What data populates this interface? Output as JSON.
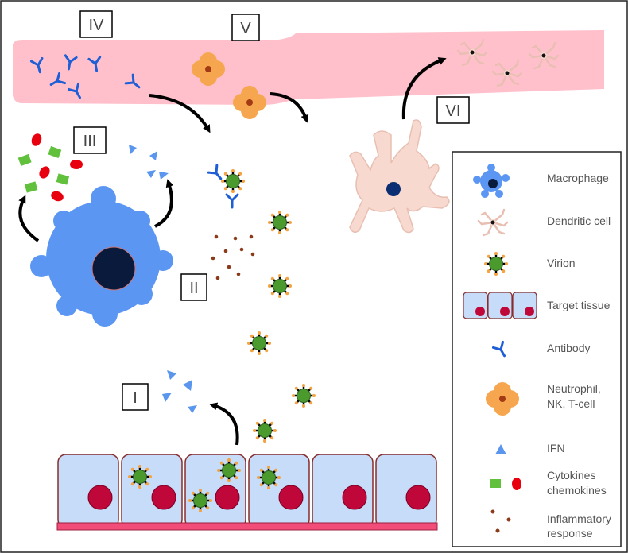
{
  "stages": [
    "I",
    "II",
    "III",
    "IV",
    "V",
    "VI"
  ],
  "legend": {
    "items": [
      {
        "icon": "macrophage-icon",
        "label": "Macrophage"
      },
      {
        "icon": "dendritic-cell-icon",
        "label": "Dendritic cell"
      },
      {
        "icon": "virion-icon",
        "label": "Virion"
      },
      {
        "icon": "target-tissue-icon",
        "label": "Target tissue"
      },
      {
        "icon": "antibody-icon",
        "label": "Antibody"
      },
      {
        "icon": "neutrophil-icon",
        "label_lines": [
          "Neutrophil,",
          "NK, T-cell"
        ]
      },
      {
        "icon": "ifn-icon",
        "label": "IFN"
      },
      {
        "icon": "cytokines-icon",
        "label_lines": [
          "Cytokines",
          "chemokines"
        ]
      },
      {
        "icon": "inflammatory-icon",
        "label_lines": [
          "Inflammatory",
          "response"
        ]
      }
    ]
  },
  "colors": {
    "vessel": "#ffc0cb",
    "macrophage": "#5b96f2",
    "macrophage_nucleus": "#0a1a3c",
    "cell_fill": "#c6dcf8",
    "cell_nucleus": "#c0073a",
    "basement": "#f24d78",
    "virion": "#4b9a2e",
    "antibody": "#1f5fd6",
    "ifn": "#5a96ee",
    "neutrophil": "#f6a64e",
    "dendritic": "#f7d9cf",
    "cytokine_square": "#62c13c",
    "cytokine_oval": "#e8000f",
    "inflammatory_dot": "#8b3a1a"
  }
}
